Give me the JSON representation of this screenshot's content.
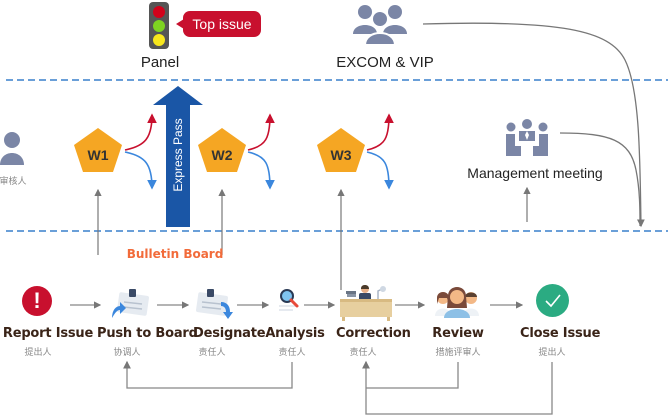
{
  "top": {
    "panel_label": "Panel",
    "top_issue_badge": "Top issue",
    "excom_label": "EXCOM & VIP"
  },
  "middle": {
    "reviewer_role": "审核人",
    "express_pass": "Express Pass",
    "workshops": [
      {
        "label": "W1"
      },
      {
        "label": "W2"
      },
      {
        "label": "W3"
      }
    ],
    "management_meeting": "Management meeting",
    "bulletin_board": "Bulletin Board"
  },
  "steps": [
    {
      "title": "Report Issue",
      "role": "提出人",
      "icon": "exclamation-icon"
    },
    {
      "title": "Push to Board",
      "role": "协调人",
      "icon": "board-card-up-icon"
    },
    {
      "title": "Designate",
      "role": "责任人",
      "icon": "board-card-down-icon"
    },
    {
      "title": "Analysis",
      "role": "责任人",
      "icon": "magnifier-icon"
    },
    {
      "title": "Correction",
      "role": "责任人",
      "icon": "desk-worker-icon"
    },
    {
      "title": "Review",
      "role": "措施评审人",
      "icon": "reviewers-icon"
    },
    {
      "title": "Close Issue",
      "role": "提出人",
      "icon": "check-icon"
    }
  ],
  "colors": {
    "alert_red": "#c8102e",
    "pentagon_orange": "#f5a623",
    "express_blue": "#1a56a6",
    "dashed_blue": "#6a9fd8",
    "people_gray": "#7b86a6",
    "check_green": "#2bab82",
    "bulletin_orange": "#f26b3a"
  }
}
